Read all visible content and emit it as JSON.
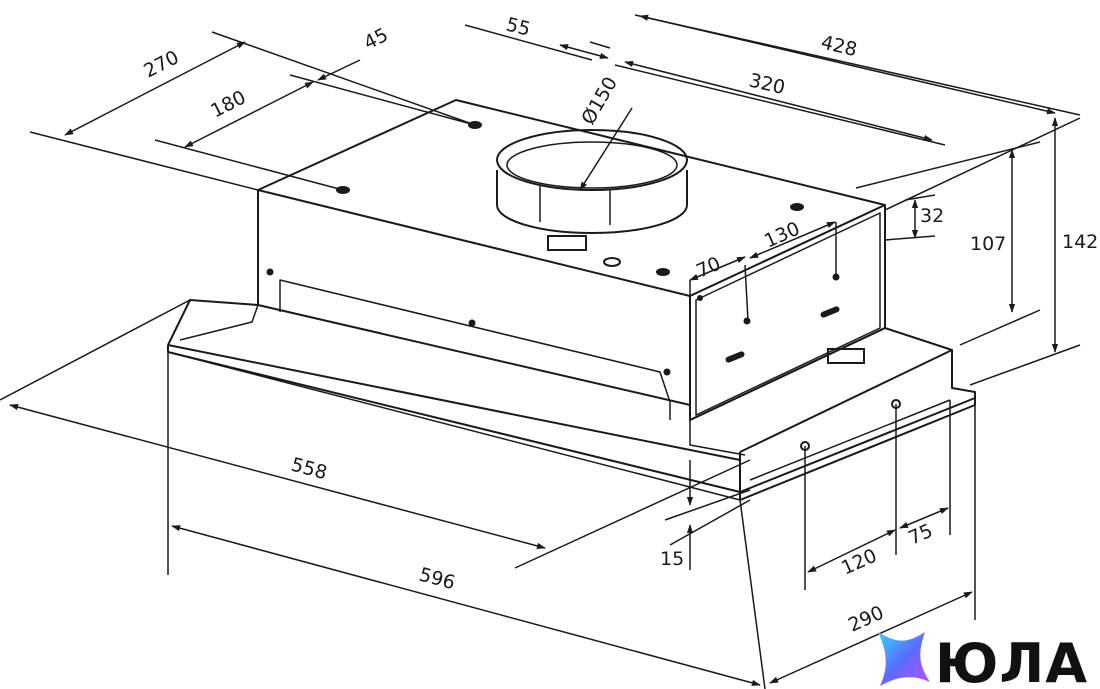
{
  "diagram": {
    "dimensions": {
      "top_depth": "270",
      "hole_depth": "180",
      "hole_offset": "45",
      "duct_offset": "55",
      "width_top": "428",
      "width_holes": "320",
      "duct_diameter": "Ø150",
      "side_depth": "32",
      "side_height": "107",
      "total_height": "142",
      "side_offset": "70",
      "side_spacing": "130",
      "inner_width": "558",
      "total_width": "596",
      "panel_thickness": "15",
      "front_depth_a": "120",
      "front_depth_b": "75",
      "total_depth": "290"
    },
    "colors": {
      "line": "#1a1a1a",
      "background": "#ffffff"
    }
  },
  "brand": {
    "logo_text": "ЮЛА",
    "icon": "yula-star-icon",
    "gradient": [
      "#37d3ff",
      "#5b6bff",
      "#b04dff"
    ]
  }
}
